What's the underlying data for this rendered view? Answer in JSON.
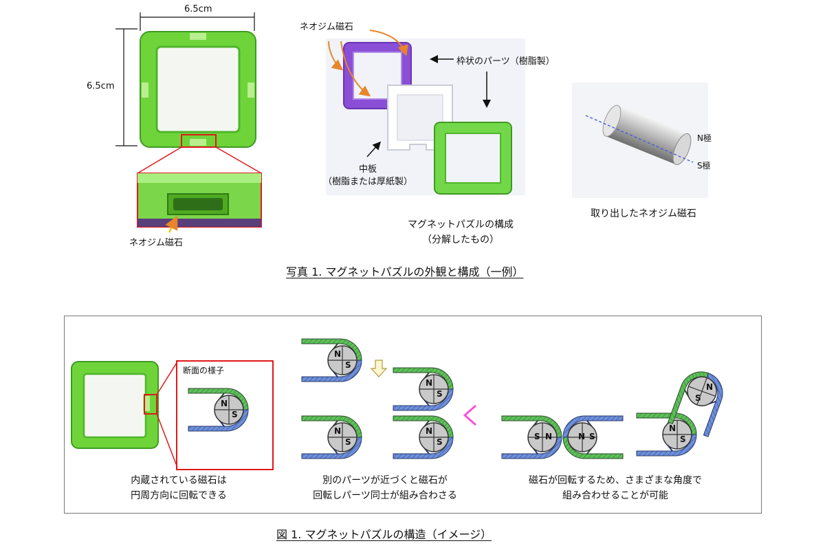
{
  "photo_section": {
    "dim_width": "6.5cm",
    "dim_height": "6.5cm",
    "zoom_magnet_label": "ネオジム磁石",
    "magnet_label_top": "ネオジム磁石",
    "frame_parts_label": "枠状のパーツ（樹脂製）",
    "middle_plate_label": [
      "中板",
      "（樹脂または厚紙製）"
    ],
    "composition_caption": [
      "マグネットパズルの構成",
      "（分解したもの）"
    ],
    "pole_n": "N極",
    "pole_s": "S極",
    "extracted_caption": "取り出したネオジム磁石",
    "title": "写真 1. マグネットパズルの外観と構成（一例）"
  },
  "figure_section": {
    "cross_section_label": "断面の様子",
    "pole_n": "N",
    "pole_s": "S",
    "caption_left": [
      "内蔵されている磁石は",
      "円周方向に回転できる"
    ],
    "caption_middle": [
      "別のパーツが近づくと磁石が",
      "回転しパーツ同士が組み合わさる"
    ],
    "caption_right": [
      "磁石が回転するため、さまざまな角度で",
      "組み合わせることが可能"
    ],
    "title": "図 1. マグネットパズルの構造（イメージ）"
  },
  "colors": {
    "frame_green": "#6ed43a",
    "frame_purple": "#8a4fd6",
    "shell_green": "#5fbf5a",
    "shell_blue": "#6f8fd8",
    "magnet_gray": "#c9c9c9",
    "highlight_red": "#e01818",
    "arrow_orange": "#e8852a",
    "pink_marker": "#ff4fd8"
  }
}
